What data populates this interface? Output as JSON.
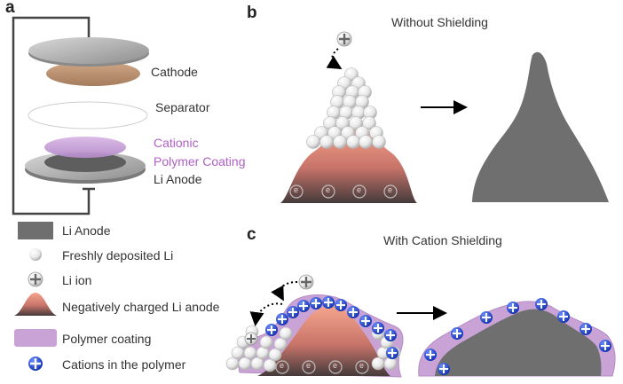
{
  "panels": {
    "a": "a",
    "b": "b",
    "c": "c"
  },
  "titles": {
    "b": "Without Shielding",
    "c": "With Cation Shielding"
  },
  "cell_labels": {
    "cathode": "Cathode",
    "separator": "Separator",
    "coating_line1": "Cationic",
    "coating_line2": "Polymer Coating",
    "anode": "Li Anode"
  },
  "electron_symbol": "e",
  "legend": [
    {
      "label": "Li Anode",
      "icon": "li-anode-swatch"
    },
    {
      "label": "Freshly deposited Li",
      "icon": "white-sphere"
    },
    {
      "label": "Li ion",
      "icon": "plus-sphere"
    },
    {
      "label": "Negatively charged Li anode",
      "icon": "red-mound"
    },
    {
      "label": "Polymer coating",
      "icon": "purple-swatch"
    },
    {
      "label": "Cations in the polymer",
      "icon": "blue-plus-sphere"
    }
  ],
  "colors": {
    "anode_gray": "#6f6f6f",
    "polymer": "#c9a3d6",
    "cation_blue": "#1f3fcf",
    "charged_anode_top": "#f09a82",
    "charged_anode_bottom": "#4a4040",
    "cathode_tan": "#b98d68"
  }
}
